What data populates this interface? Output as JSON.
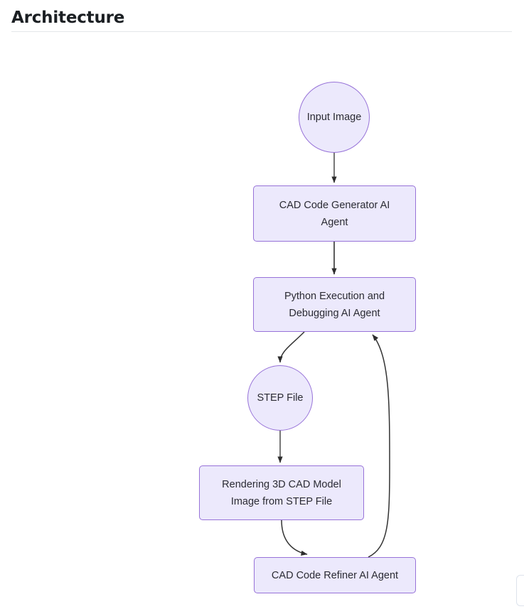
{
  "header": {
    "title": "Architecture"
  },
  "diagram": {
    "type": "flowchart",
    "direction": "top-to-bottom",
    "nodes": [
      {
        "id": "input-image",
        "label": "Input Image",
        "shape": "circle"
      },
      {
        "id": "cad-generator",
        "label": "CAD Code Generator AI Agent",
        "shape": "rect"
      },
      {
        "id": "python-exec",
        "label": "Python Execution and Debugging AI Agent",
        "shape": "rect"
      },
      {
        "id": "step-file",
        "label": "STEP File",
        "shape": "circle"
      },
      {
        "id": "rendering",
        "label": "Rendering 3D CAD Model Image from STEP File",
        "shape": "rect"
      },
      {
        "id": "cad-refiner",
        "label": "CAD Code Refiner AI Agent",
        "shape": "rect"
      }
    ],
    "node_labels": {
      "input_image": "Input Image",
      "cad_generator_line1": "CAD Code Generator AI",
      "cad_generator_line2": "Agent",
      "python_exec_line1": "Python Execution and",
      "python_exec_line2": "Debugging AI Agent",
      "step_file": "STEP File",
      "rendering_line1": "Rendering 3D CAD Model",
      "rendering_line2": "Image from STEP File",
      "cad_refiner": "CAD Code Refiner AI Agent"
    },
    "edges": [
      {
        "from": "input-image",
        "to": "cad-generator",
        "style": "straight"
      },
      {
        "from": "cad-generator",
        "to": "python-exec",
        "style": "straight"
      },
      {
        "from": "python-exec",
        "to": "step-file",
        "style": "curved"
      },
      {
        "from": "step-file",
        "to": "rendering",
        "style": "straight"
      },
      {
        "from": "rendering",
        "to": "cad-refiner",
        "style": "curved"
      },
      {
        "from": "cad-refiner",
        "to": "python-exec",
        "style": "curved-feedback"
      }
    ],
    "colors": {
      "node_fill": "#ece9fc",
      "node_border": "#9772d8",
      "node_text": "#2b2b33",
      "edge_stroke": "#333333",
      "title_text": "#1b1f23",
      "divider": "#e3e6ea",
      "background": "#ffffff"
    }
  }
}
